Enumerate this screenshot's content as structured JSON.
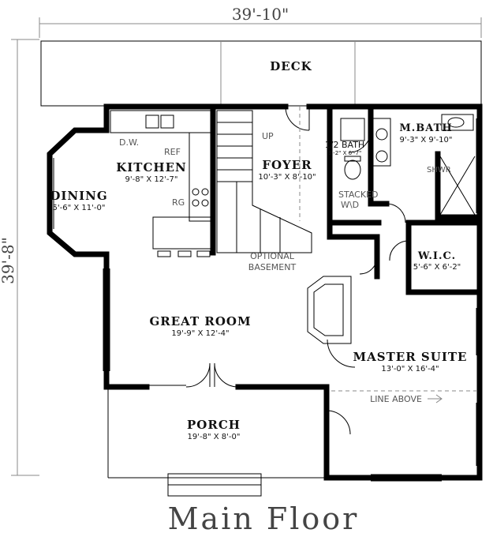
{
  "overall_width": "39'-10\"",
  "overall_depth": "39'-8\"",
  "title": "Main Floor",
  "rooms": {
    "deck": {
      "name": "DECK"
    },
    "kitchen": {
      "name": "KITCHEN",
      "dims": "9'-8\" X 12'-7\""
    },
    "dining": {
      "name": "DINING",
      "dims": "5'-6\" X 11'-0\""
    },
    "foyer": {
      "name": "FOYER",
      "dims": "10'-3\" X 8'-10\""
    },
    "half_bath": {
      "name": "1/2 BATH",
      "dims": "3'-2\" X 6'-7\""
    },
    "master_bath": {
      "name": "M.BATH",
      "dims": "9'-3\" X 9'-10\""
    },
    "wic": {
      "name": "W.I.C.",
      "dims": "5'-6\" X 6'-2\""
    },
    "great_room": {
      "name": "GREAT ROOM",
      "dims": "19'-9\" X 12'-4\""
    },
    "master_suite": {
      "name": "MASTER SUITE",
      "dims": "13'-0\" X 16'-4\""
    },
    "porch": {
      "name": "PORCH",
      "dims": "19'-8\" X 8'-0\""
    }
  },
  "labels": {
    "dw": "D.W.",
    "ref": "REF",
    "rg": "RG",
    "up": "UP",
    "stacked_line1": "STACKED",
    "stacked_line2": "W\\D",
    "shwr": "SHWR",
    "basement_line1": "OPTIONAL",
    "basement_line2": "BASEMENT",
    "line_above": "LINE ABOVE"
  }
}
